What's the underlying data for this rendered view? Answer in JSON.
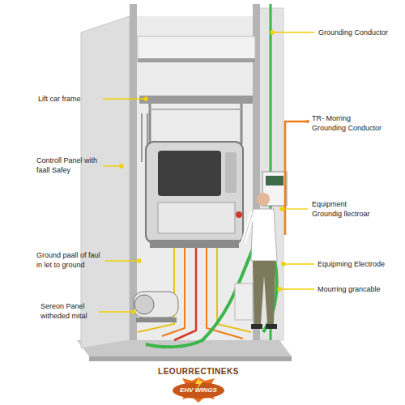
{
  "diagram": {
    "labels": [
      "Grounding Conductor",
      "Lift car frame",
      "Controll Panel with faall Safey",
      "TR- Morring Grounding Conductor",
      "Equipment Groundig llectroar",
      "Ground paall of faul in let to ground",
      "Equipming Electrode",
      "Mourring grancable",
      "Sereon Panel witheded mital",
      "LEOURRECTINEKS",
      "EHV WINGS"
    ]
  }
}
